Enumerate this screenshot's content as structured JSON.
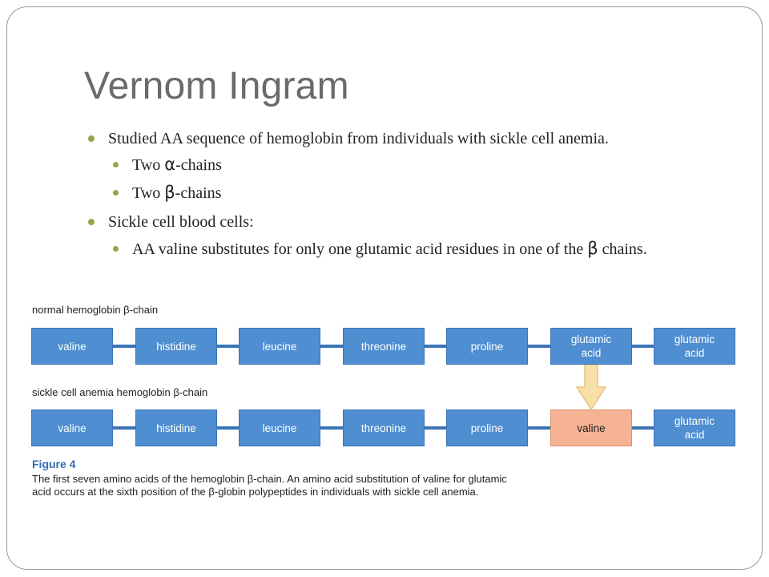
{
  "title": "Vernom Ingram",
  "bullets": {
    "b1": "Studied AA sequence of hemoglobin from individuals with sickle cell anemia.",
    "b2_pre": "Two ",
    "b2_greek": "α",
    "b2_post": "-chains",
    "b3_pre": "Two ",
    "b3_greek": "β",
    "b3_post": "-chains",
    "b4": "Sickle cell blood cells:",
    "b5_pre": "AA valine substitutes for only one glutamic acid residues in one of the ",
    "b5_greek": "β",
    "b5_post": " chains."
  },
  "figure": {
    "normal_label": "normal hemoglobin β-chain",
    "sickle_label": "sickle cell anemia hemoglobin β-chain",
    "normal_chain": [
      "valine",
      "histidine",
      "leucine",
      "threonine",
      "proline",
      "glutamic acid",
      "glutamic acid"
    ],
    "sickle_chain": [
      "valine",
      "histidine",
      "leucine",
      "threonine",
      "proline",
      "valine",
      "glutamic acid"
    ],
    "mutated_index": 5,
    "colors": {
      "box": "#4f8ed0",
      "mutated": "#f6b394",
      "arrow": "#f9e0a8"
    },
    "caption_head": "Figure 4",
    "caption": "The first seven amino acids of the hemoglobin β-chain. An amino acid substitution of valine for glutamic acid occurs at the sixth position of the β-globin polypeptides in individuals with sickle cell anemia."
  }
}
